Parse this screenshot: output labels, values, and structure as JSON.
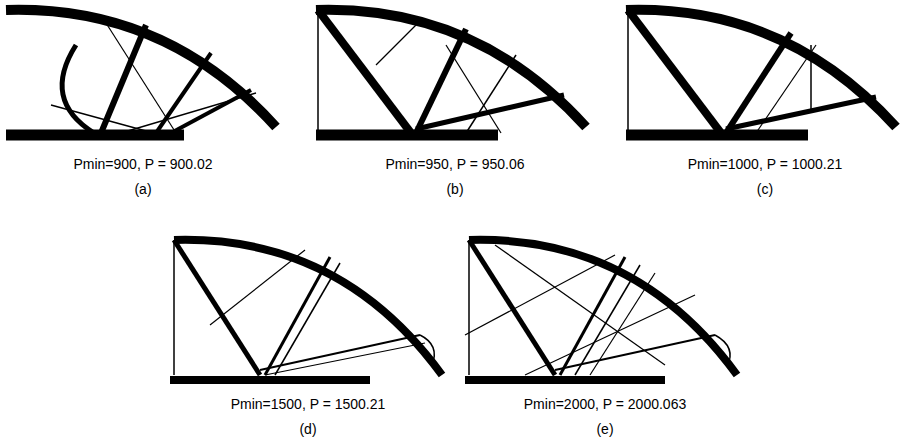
{
  "diagram": {
    "labels": [
      "Pmin=900, P = 900.02",
      "(a)",
      "Pmin=950, P = 950.06",
      "(b)",
      "Pmin=1000, P = 1000.21",
      "(c)",
      "Pmin=1500, P = 1500.21",
      "(d)",
      "Pmin=2000, P = 2000.063",
      "(e)"
    ]
  }
}
